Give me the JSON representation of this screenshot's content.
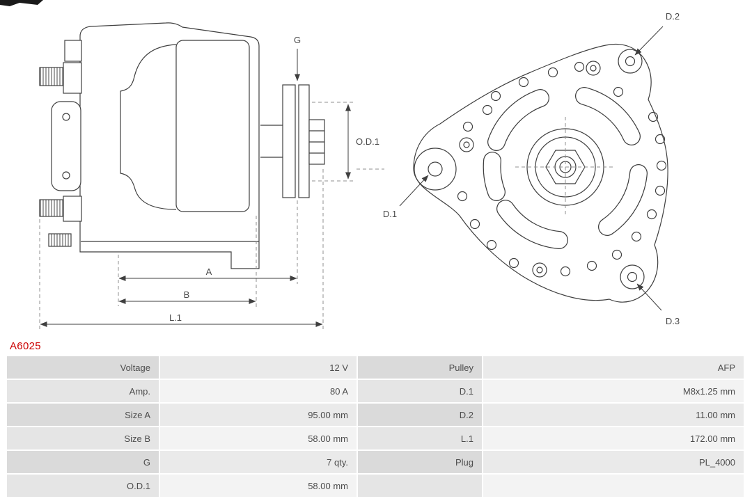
{
  "part_number": "A6025",
  "diagram": {
    "side_view": {
      "labels": {
        "g": "G",
        "od1": "O.D.1",
        "a": "A",
        "b": "B",
        "l1": "L.1"
      }
    },
    "front_view": {
      "labels": {
        "d1": "D.1",
        "d2": "D.2",
        "d3": "D.3"
      }
    }
  },
  "specs": {
    "rows": [
      {
        "ll": "Voltage",
        "lv": "12 V",
        "rl": "Pulley",
        "rv": "AFP"
      },
      {
        "ll": "Amp.",
        "lv": "80 A",
        "rl": "D.1",
        "rv": "M8x1.25 mm"
      },
      {
        "ll": "Size A",
        "lv": "95.00 mm",
        "rl": "D.2",
        "rv": "11.00 mm"
      },
      {
        "ll": "Size B",
        "lv": "58.00 mm",
        "rl": "L.1",
        "rv": "172.00 mm"
      },
      {
        "ll": "G",
        "lv": "7 qty.",
        "rl": "Plug",
        "rv": "PL_4000"
      },
      {
        "ll": "O.D.1",
        "lv": "58.00 mm",
        "rl": "",
        "rv": ""
      }
    ]
  }
}
